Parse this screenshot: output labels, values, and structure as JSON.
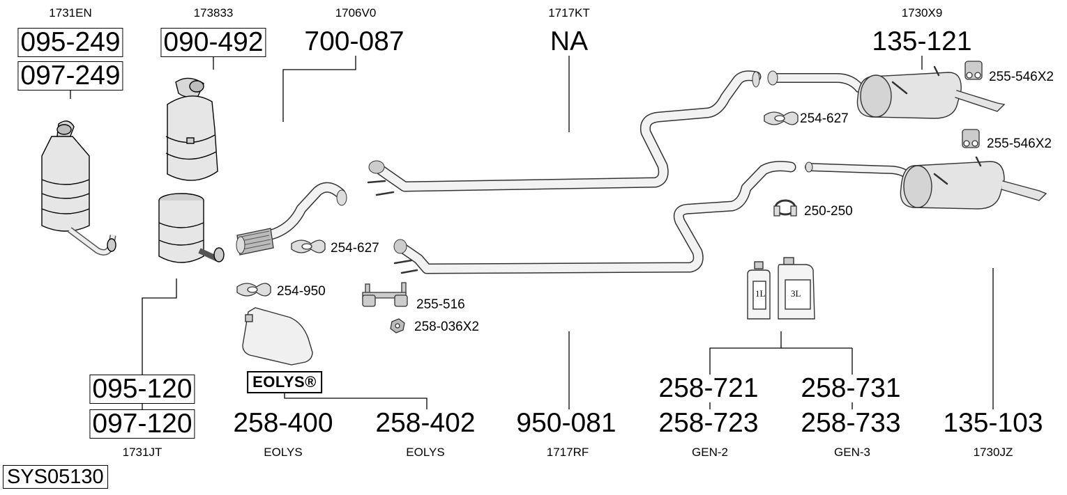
{
  "refs": {
    "r_1731EN": "1731EN",
    "r_173833": "173833",
    "r_1706V0": "1706V0",
    "r_1717KT": "1717KT",
    "r_1730X9": "1730X9",
    "r_1731JT": "1731JT",
    "r_eolys1": "EOLYS",
    "r_eolys2": "EOLYS",
    "r_1717RF": "1717RF",
    "r_gen2": "GEN-2",
    "r_gen3": "GEN-3",
    "r_1730JZ": "1730JZ"
  },
  "parts": {
    "p_095_249": "095-249",
    "p_097_249": "097-249",
    "p_090_492": "090-492",
    "p_700_087": "700-087",
    "p_na": "NA",
    "p_135_121": "135-121",
    "p_095_120": "095-120",
    "p_097_120": "097-120",
    "p_258_400": "258-400",
    "p_258_402": "258-402",
    "p_950_081": "950-081",
    "p_258_721": "258-721",
    "p_258_723": "258-723",
    "p_258_731": "258-731",
    "p_258_733": "258-733",
    "p_135_103": "135-103"
  },
  "small_parts": {
    "s_255_546_a": "255-546X2",
    "s_255_546_b": "255-546X2",
    "s_254_627_a": "254-627",
    "s_254_627_b": "254-627",
    "s_250_250": "250-250",
    "s_254_950": "254-950",
    "s_255_516": "255-516",
    "s_258_036": "258-036X2"
  },
  "badges": {
    "eolys_logo": "EOLYS®",
    "bottle_1l": "1L",
    "bottle_3l": "3L"
  },
  "system_id": "SYS05130"
}
